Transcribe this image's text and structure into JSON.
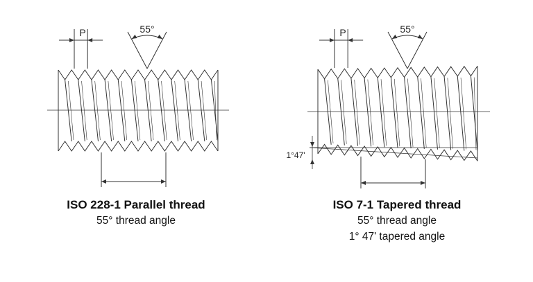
{
  "left": {
    "pitch_label": "P",
    "angle_label": "55°",
    "title": "ISO 228-1 Parallel thread",
    "subtitle": "55° thread angle"
  },
  "right": {
    "pitch_label": "P",
    "angle_label": "55°",
    "taper_label": "1°47'",
    "title": "ISO 7-1 Tapered thread",
    "subtitle": "55° thread angle",
    "subtitle2": "1° 47' tapered angle"
  },
  "colors": {
    "line": "#333333",
    "background": "#ffffff",
    "text": "#111111"
  }
}
